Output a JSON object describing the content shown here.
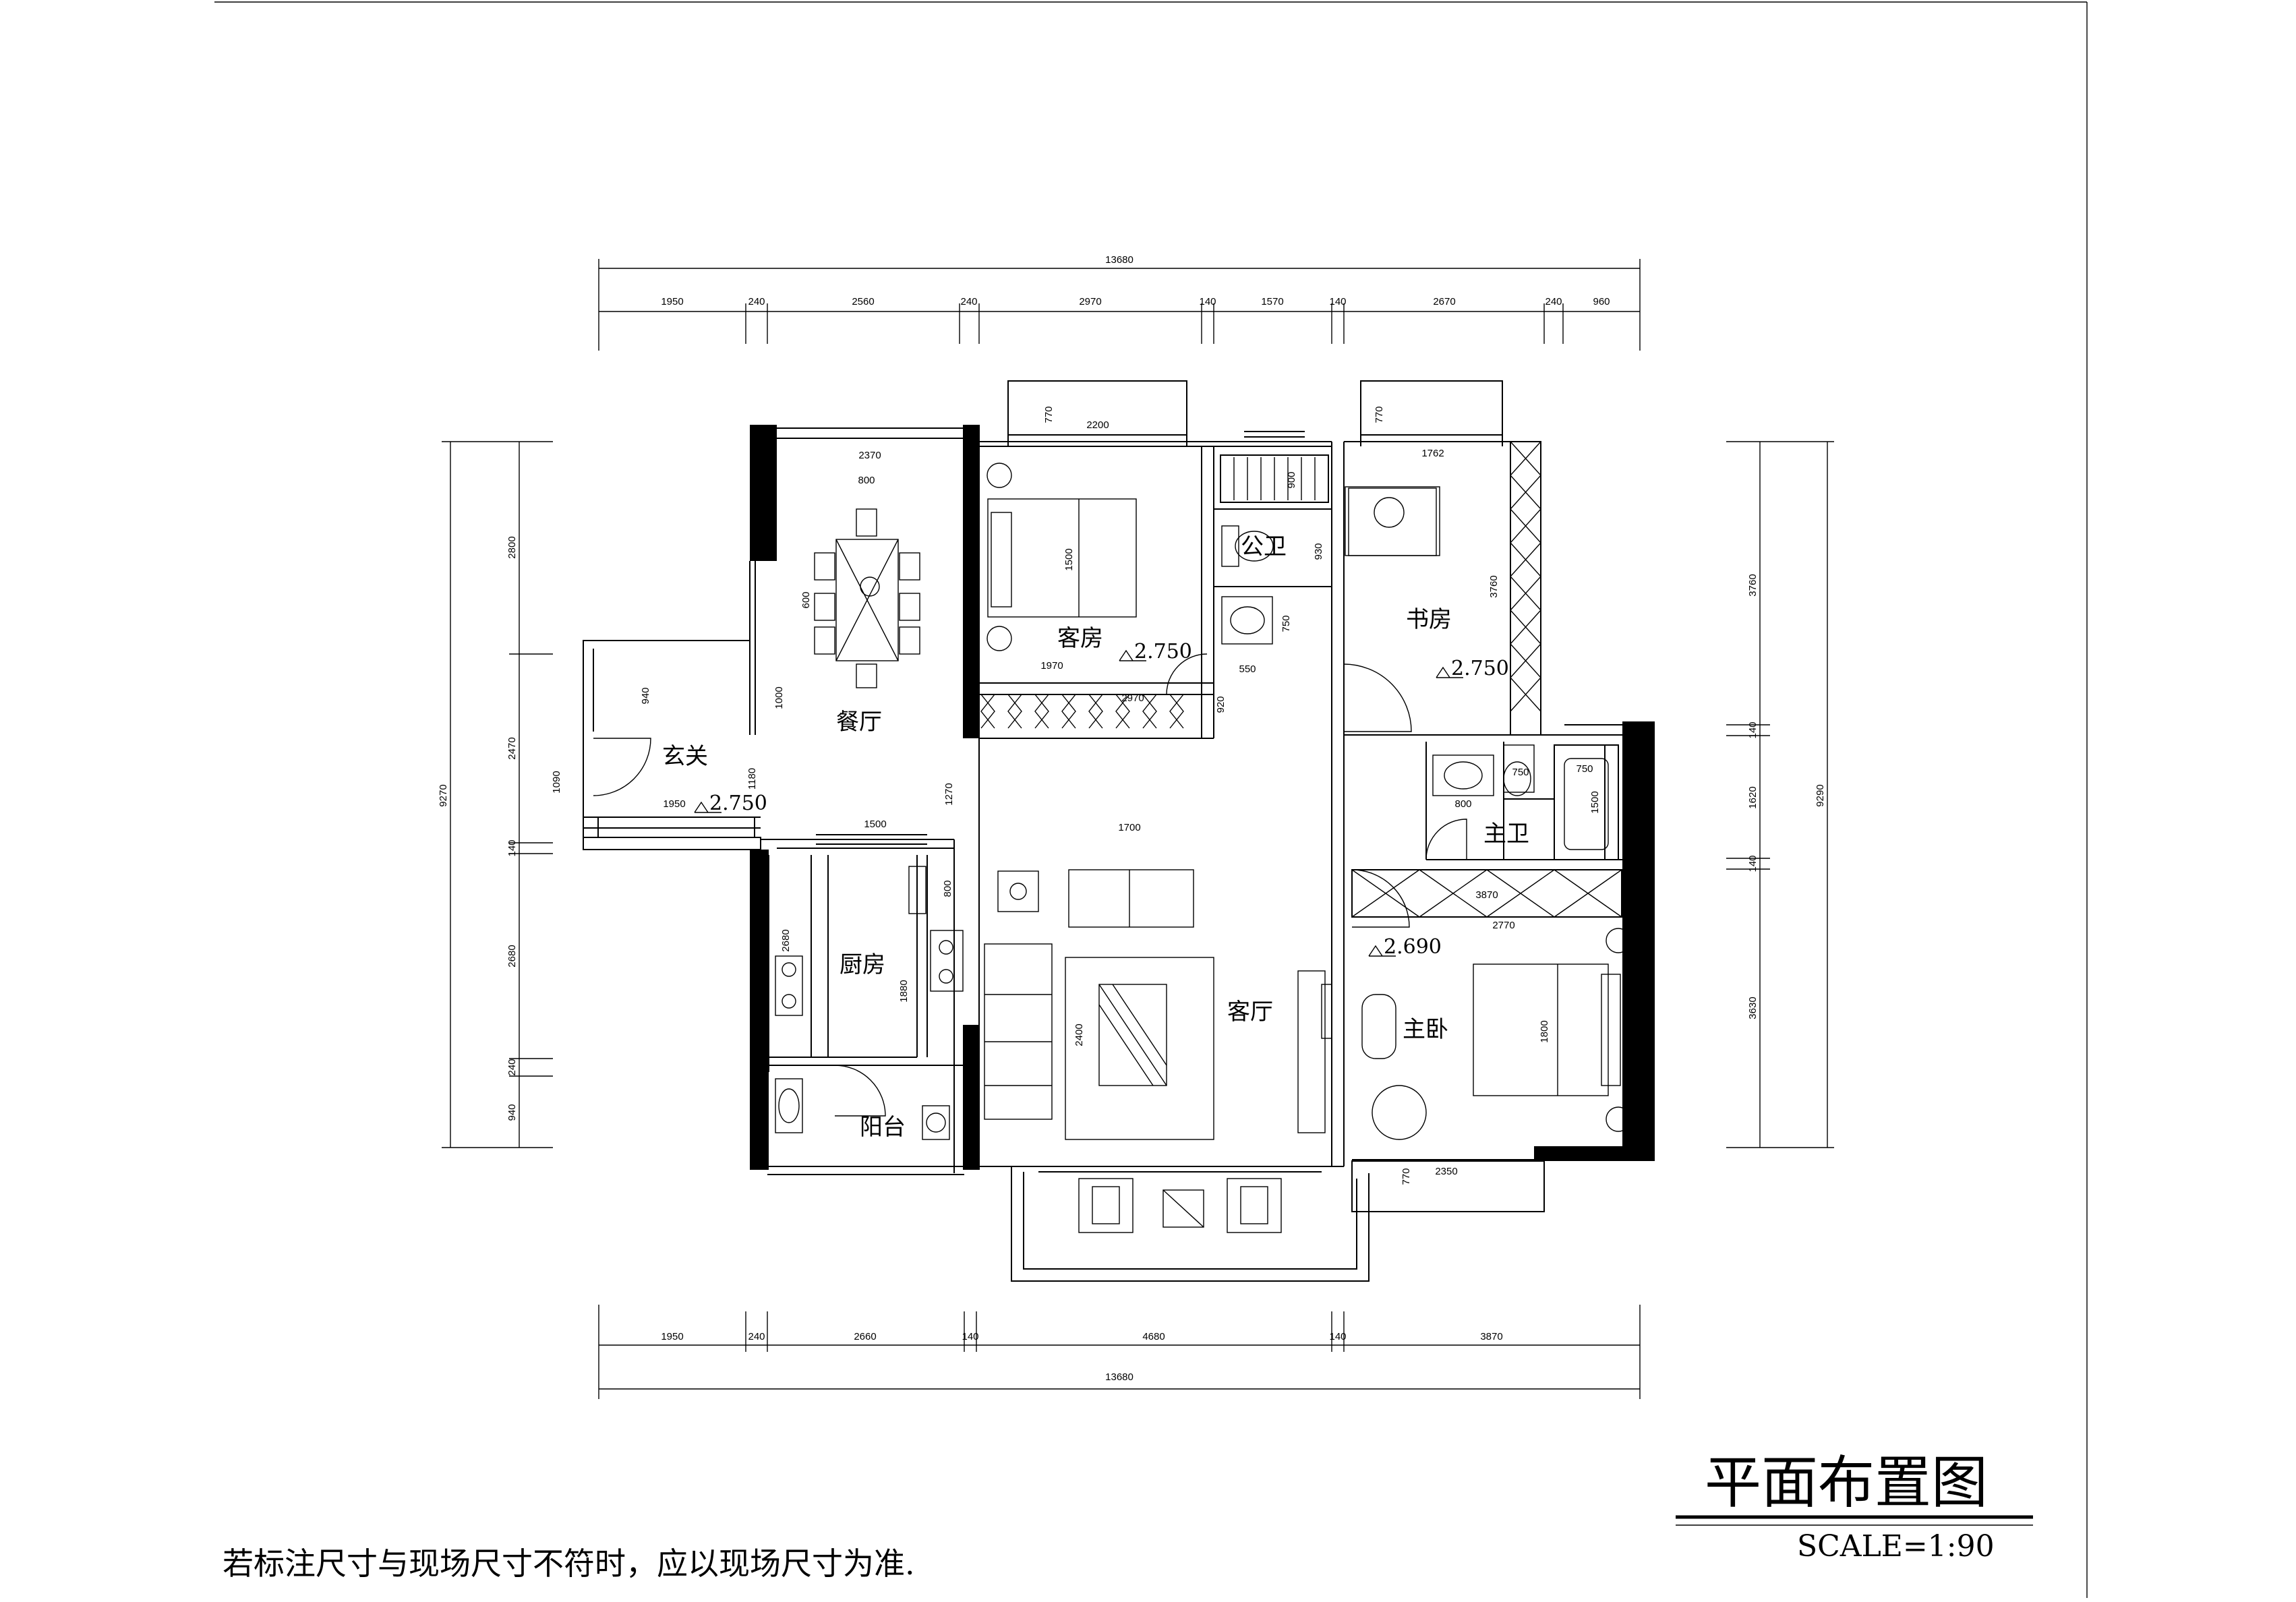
{
  "drawing": {
    "title": "平面布置图",
    "scale": "SCALE=1:90",
    "note": "若标注尺寸与现场尺寸不符时，应以现场尺寸为准."
  },
  "rooms": {
    "dining": "餐厅",
    "entry": "玄关",
    "guest_room": "客房",
    "public_bath": "公卫",
    "study": "书房",
    "master_bath": "主卫",
    "kitchen": "厨房",
    "living": "客厅",
    "master_bed": "主卧",
    "balcony": "阳台"
  },
  "levels": {
    "guest": "2.750",
    "study": "2.750",
    "entry": "2.750",
    "master": "2.690"
  },
  "dims": {
    "top_total": "13680",
    "top": [
      "1950",
      "240",
      "2560",
      "240",
      "2970",
      "140",
      "1570",
      "140",
      "2670",
      "240",
      "960"
    ],
    "bottom": [
      "1950",
      "240",
      "2660",
      "140",
      "4680",
      "140",
      "3870"
    ],
    "bottom_total": "13680",
    "left_total": "9270",
    "left": [
      "2800",
      "2470",
      "140",
      "2680",
      "240",
      "940"
    ],
    "right_total": "9290",
    "right": [
      "3760",
      "140",
      "1620",
      "140",
      "3630"
    ],
    "inner": {
      "d2370": "2370",
      "d800a": "800",
      "d600": "600",
      "d1000": "1000",
      "d940": "940",
      "d1090": "1090",
      "d1180": "1180",
      "d1950": "1950",
      "d1500a": "1500",
      "d1270": "1270",
      "d800b": "800",
      "d2680": "2680",
      "d1880": "1880",
      "d770a": "770",
      "d2200": "2200",
      "d1500b": "1500",
      "d1970": "1970",
      "d2970": "2970",
      "d900": "900",
      "d930": "930",
      "d750a": "750",
      "d550": "550",
      "d920": "920",
      "d770b": "770",
      "d1762": "1762",
      "d3760": "3760",
      "d750b": "750",
      "d750c": "750",
      "d1500c": "1500",
      "d800c": "800",
      "d3870": "3870",
      "d2770": "2770",
      "d1700": "1700",
      "d2400": "2400",
      "d1800": "1800",
      "d770c": "770",
      "d2350": "2350"
    }
  }
}
